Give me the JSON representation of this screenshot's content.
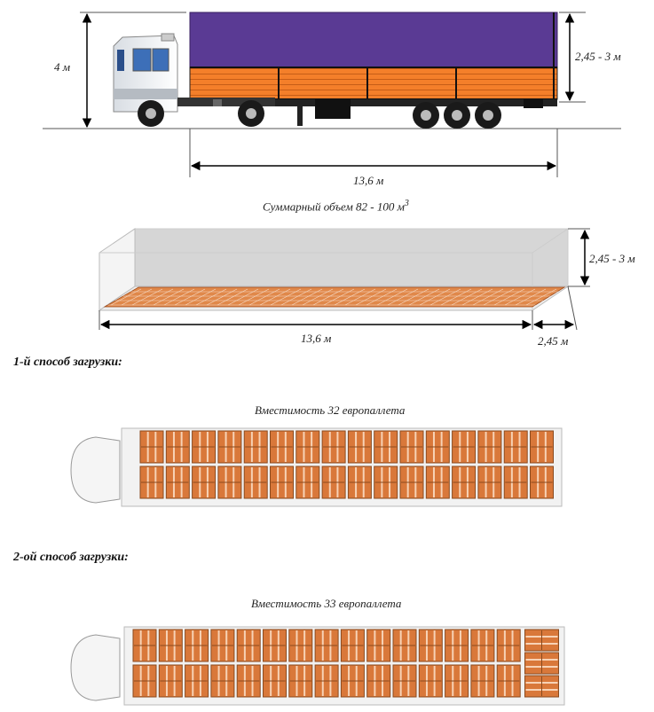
{
  "truck": {
    "height_label": "4 м",
    "body_height_label": "2,45 - 3 м",
    "length_label": "13,6 м",
    "tarp_color": "#5a3a94",
    "side_color": "#f47f2a"
  },
  "volume": {
    "caption": "Суммарный объем 82 - 100 м",
    "caption_sup": "3",
    "height_label": "2,45 - 3 м",
    "length_label": "13,6 м",
    "width_label": "2,45 м"
  },
  "method1": {
    "heading": "1-й способ загрузки:",
    "capacity": "Вместимость 32 европаллета",
    "pallets": 32
  },
  "method2": {
    "heading": "2-ой способ загрузки:",
    "capacity": "Вместимость 33 европаллета",
    "pallets": 33
  },
  "colors": {
    "pallet": "#d9783a",
    "pallet_dark": "#8a4a1e",
    "trailer_bg": "#f2f2f2"
  }
}
